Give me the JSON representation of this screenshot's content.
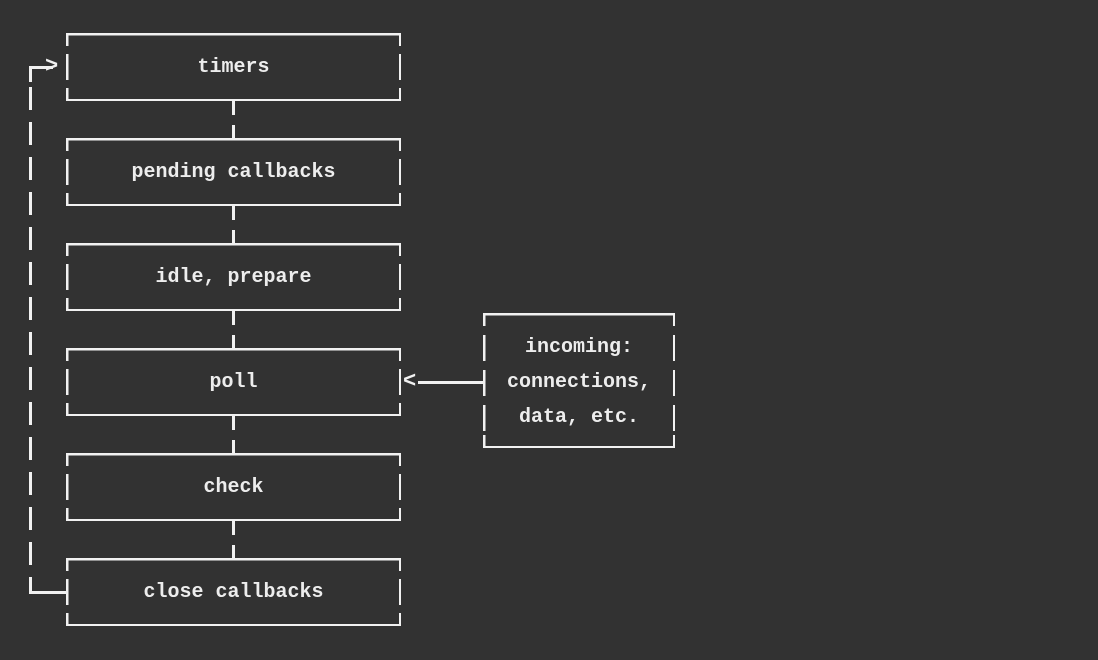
{
  "colors": {
    "background": "#323232",
    "line": "#f1f1f1",
    "text": "#ededed"
  },
  "diagram": {
    "phases": [
      {
        "label": "timers"
      },
      {
        "label": "pending callbacks"
      },
      {
        "label": "idle, prepare"
      },
      {
        "label": "poll"
      },
      {
        "label": "check"
      },
      {
        "label": "close callbacks"
      }
    ],
    "incoming_box": {
      "lines": [
        "incoming:",
        "connections,",
        "data, etc."
      ]
    },
    "icons": {
      "loop_entry_arrowhead": ">",
      "incoming_arrowhead": "<"
    }
  }
}
